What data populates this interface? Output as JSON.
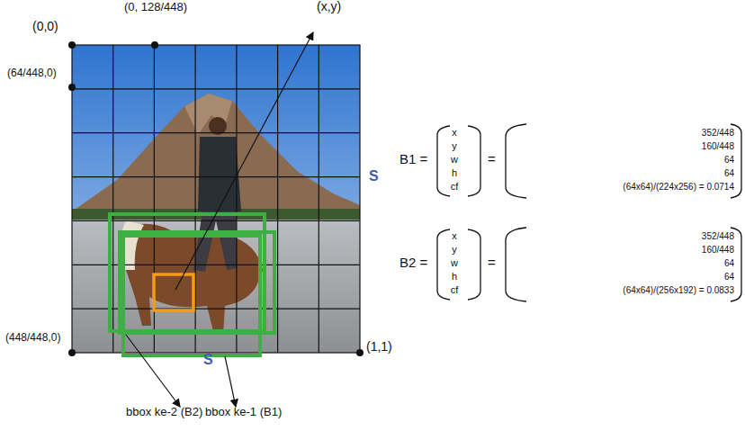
{
  "diagram": {
    "labels": [
      "(0,0)",
      "(0, 128/448)",
      "(x,y)",
      "(64/448,0)",
      "S",
      "(448/448,0)",
      "(1,1)",
      "S",
      "bbox ke-2 (B2)",
      "bbox ke-1 (B1)",
      "B1 =",
      "x",
      "y",
      "w",
      "h",
      "cf",
      "=",
      "352/448",
      "160/448",
      "64",
      "64",
      "(64x64)/(224x256) = 0.0714",
      "B2 =",
      "x",
      "y",
      "w",
      "h",
      "cf",
      "=",
      "352/448",
      "160/448",
      "64",
      "64",
      "(64x64)/(256x192) = 0.0833"
    ]
  }
}
